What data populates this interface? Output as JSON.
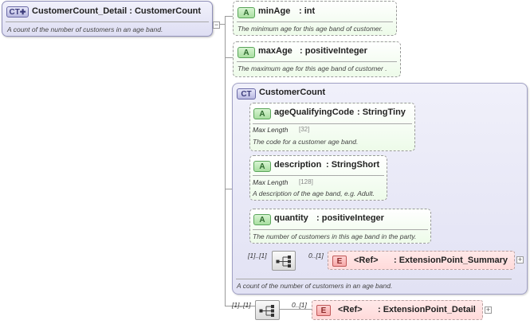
{
  "root": {
    "badge": "CT",
    "title": "CustomerCount_Detail : CustomerCount",
    "note": "A count of the number of customers in an age band."
  },
  "minAge": {
    "badge": "A",
    "name": "minAge",
    "type": ": int",
    "note": "The minimum age for this age band of customer."
  },
  "maxAge": {
    "badge": "A",
    "name": "maxAge",
    "type": ": positiveInteger",
    "note": "The maximum age for this age band of customer ."
  },
  "customerCount": {
    "badge": "CT",
    "title": "CustomerCount",
    "note": "A count of the number of customers in an age band.",
    "ageQualifyingCode": {
      "badge": "A",
      "name": "ageQualifyingCode",
      "type": ": StringTiny",
      "facet_name": "Max Length",
      "facet_value": "[32]",
      "note": "The code for a customer age band."
    },
    "description": {
      "badge": "A",
      "name": "description",
      "type": ": StringShort",
      "facet_name": "Max Length",
      "facet_value": "[128]",
      "note": "A description of the age band, e.g. Adult."
    },
    "quantity": {
      "badge": "A",
      "name": "quantity",
      "type": ": positiveInteger",
      "note": "The number of customers in this age band in the party."
    },
    "sequence": {
      "multiplicity": "[1]..[1]"
    },
    "extension_ref": {
      "badge": "E",
      "multiplicity": "0..[1]",
      "ref": "<Ref>",
      "type": ": ExtensionPoint_Summary",
      "expand": "+"
    }
  },
  "sequence": {
    "multiplicity": "[1]..[1]"
  },
  "extension_ref": {
    "badge": "E",
    "multiplicity": "0..[1]",
    "ref": "<Ref>",
    "type": ": ExtensionPoint_Detail",
    "expand": "+"
  },
  "root_collapse": "−",
  "icons": {
    "ct_plus": "ct-plus-icon",
    "sequence": "sequence-icon",
    "expand": "expand-icon"
  }
}
